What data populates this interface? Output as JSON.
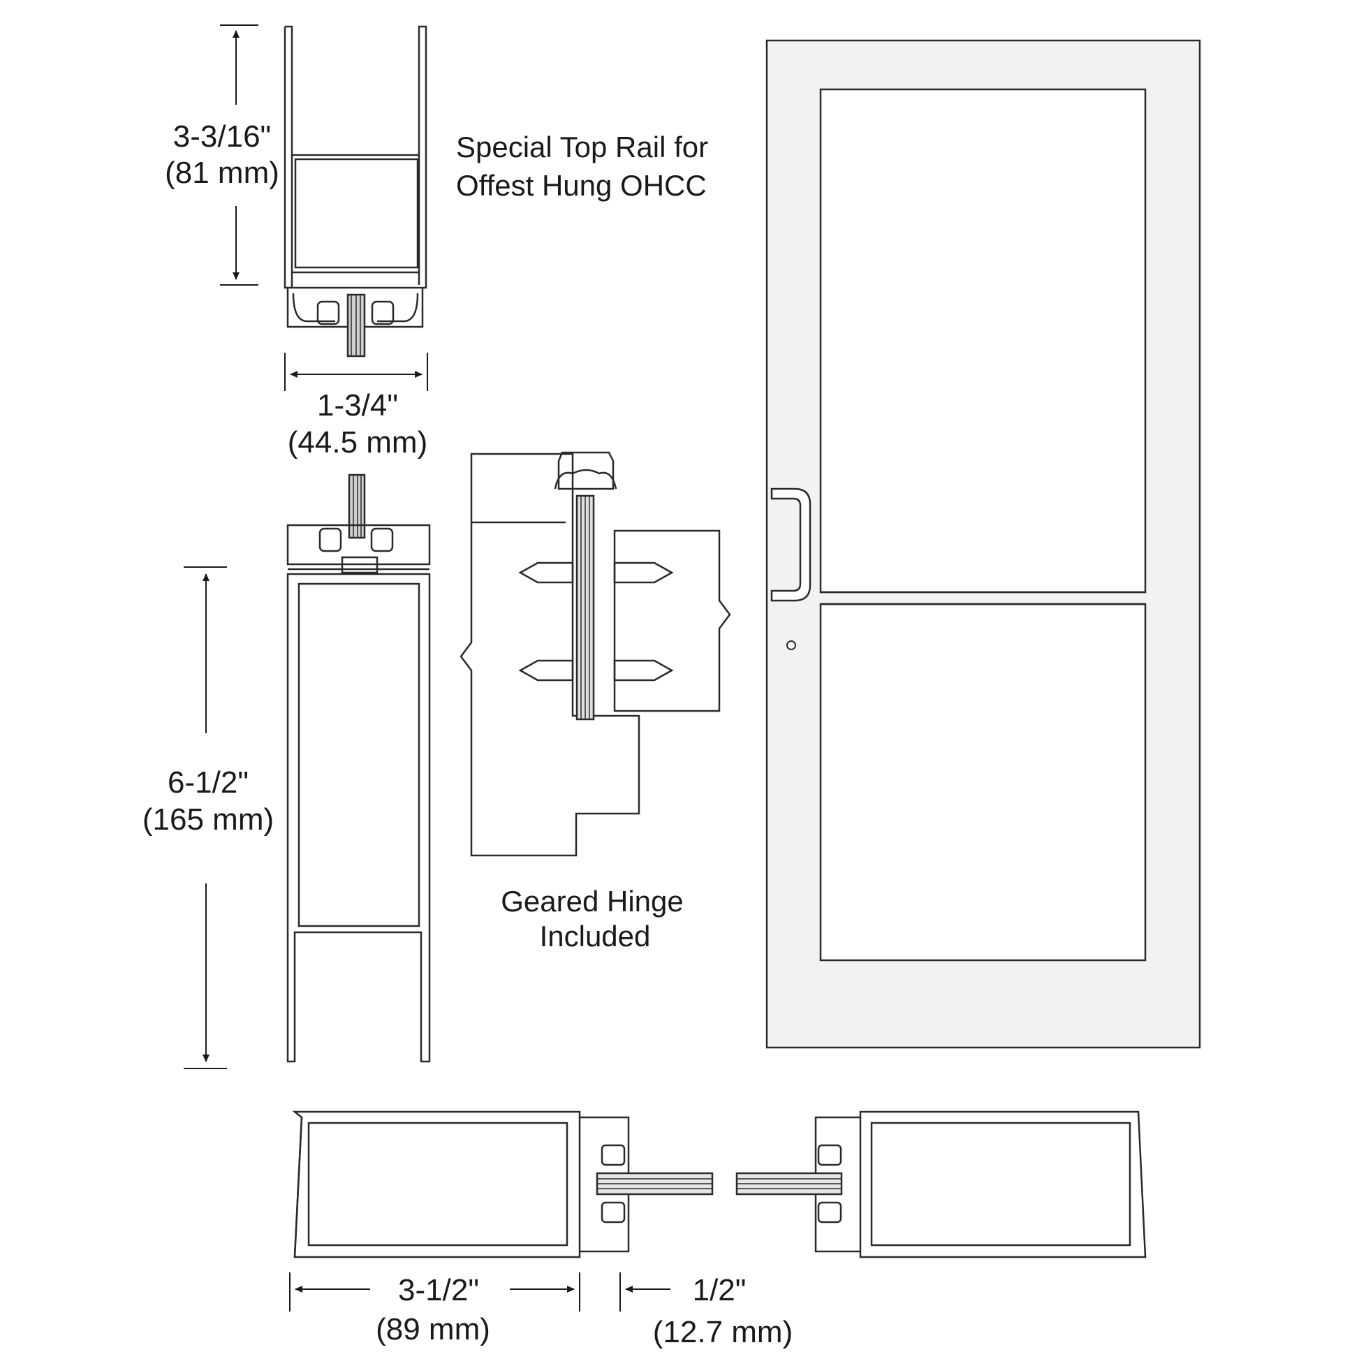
{
  "top_rail": {
    "label_line1": "Special Top Rail for",
    "label_line2": "Offest Hung OHCC",
    "height_in": "3-3/16\"",
    "height_mm": "(81 mm)",
    "width_in": "1-3/4\"",
    "width_mm": "(44.5 mm)"
  },
  "bottom_rail": {
    "height_in": "6-1/2\"",
    "height_mm": "(165 mm)"
  },
  "hinge": {
    "label_line1": "Geared Hinge",
    "label_line2": "Included"
  },
  "stile": {
    "width_in": "3-1/2\"",
    "width_mm": "(89 mm)",
    "gap_in": "1/2\"",
    "gap_mm": "(12.7 mm)"
  },
  "colors": {
    "line": "#2a2a2a",
    "door_frame": "#f2f2f2",
    "glass": "#ffffff"
  }
}
